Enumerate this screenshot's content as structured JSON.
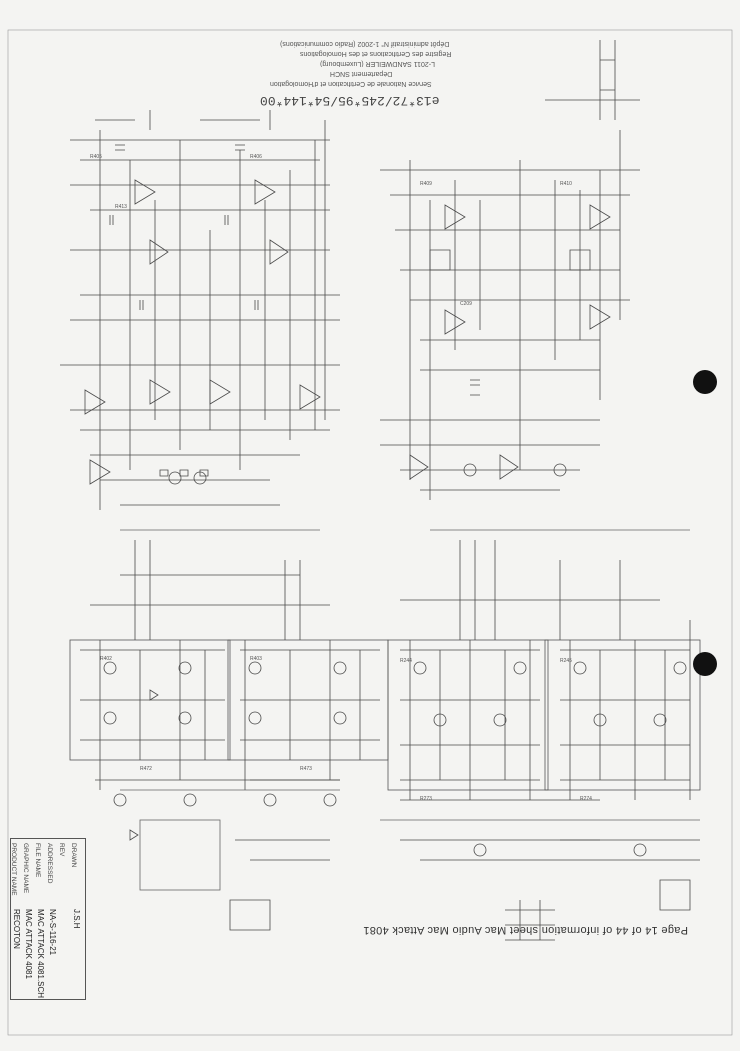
{
  "footer": "Page 14 of 44 of information sheet Mac Audio Mac Attack 4081",
  "stamp": {
    "code": "e13*72/245*95/54*144*00",
    "lines": [
      "Service Nationale de Certification et d'Homologation",
      "Département SNCH",
      "L-2011 SANDWEILER (Luxembourg)",
      "Registre des Certifications et des Homologations",
      "Dépôt administratif N° 1-2002 (Radio communications)"
    ]
  },
  "title_block": {
    "labels": [
      "PRODUCT NAME",
      "GRAPHIC NAME",
      "FILE NAME",
      "ADDRESSED",
      "REV",
      "DRAWN"
    ],
    "values": [
      "RECOTON",
      "MAC ATTACK 4081",
      "MAC ATTACK 4081.SCH",
      "NA-S-116-21",
      "",
      "J.S.H"
    ]
  },
  "colors": {
    "line": "#4a4a4a",
    "paper": "#f4f4f2",
    "dot": "#111111"
  }
}
